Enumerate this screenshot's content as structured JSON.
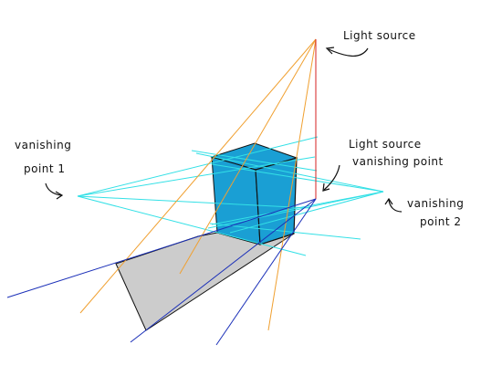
{
  "labels": {
    "light_source": "Light source",
    "vp1_line1": "vanishing",
    "vp1_line2": "point 1",
    "lsvp_line1": "Light source",
    "lsvp_line2": "vanishing point",
    "vp2_line1": "vanishing",
    "vp2_line2": "point 2"
  },
  "colors": {
    "cube_fill": "#1a9fd4",
    "shadow_fill": "#cccccc",
    "perspective_lines": "#33e0e6",
    "light_rays": "#f0a030",
    "shadow_rays": "#1a2fb8",
    "light_drop_line": "#d42020",
    "outline": "#111111"
  }
}
